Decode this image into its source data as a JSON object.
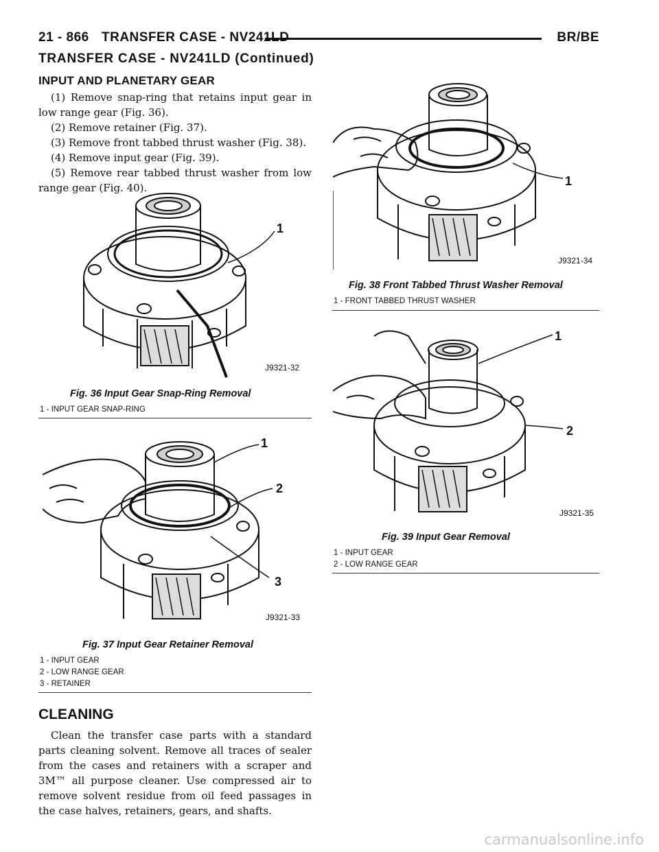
{
  "header": {
    "page_number": "21 - 866",
    "section_title": "TRANSFER CASE - NV241LD",
    "model_code": "BR/BE"
  },
  "continued_title": "TRANSFER CASE - NV241LD (Continued)",
  "input_section": {
    "heading": "INPUT AND PLANETARY GEAR",
    "steps": [
      "(1) Remove snap-ring that retains input gear in low range gear (Fig. 36).",
      "(2) Remove retainer (Fig. 37).",
      "(3) Remove front tabbed thrust washer (Fig. 38).",
      "(4) Remove input gear (Fig. 39).",
      "(5) Remove rear tabbed thrust washer from low range gear (Fig. 40)."
    ]
  },
  "figures": {
    "fig36": {
      "image_code": "J9321-32",
      "caption": "Fig. 36 Input Gear Snap-Ring Removal",
      "callouts": [
        "1"
      ],
      "legend": [
        "1 - INPUT GEAR SNAP-RING"
      ]
    },
    "fig37": {
      "image_code": "J9321-33",
      "caption": "Fig. 37 Input Gear Retainer Removal",
      "callouts": [
        "1",
        "2",
        "3"
      ],
      "legend": [
        "1 - INPUT GEAR",
        "2 - LOW RANGE GEAR",
        "3 - RETAINER"
      ]
    },
    "fig38": {
      "image_code": "J9321-34",
      "caption": "Fig. 38 Front Tabbed Thrust Washer Removal",
      "callouts": [
        "1"
      ],
      "legend": [
        "1 - FRONT TABBED THRUST WASHER"
      ]
    },
    "fig39": {
      "image_code": "J9321-35",
      "caption": "Fig. 39 Input Gear Removal",
      "callouts": [
        "1",
        "2"
      ],
      "legend": [
        "1 - INPUT GEAR",
        "2 - LOW RANGE GEAR"
      ]
    }
  },
  "cleaning": {
    "heading": "CLEANING",
    "text": "Clean the transfer case parts with a standard parts cleaning solvent. Remove all traces of sealer from the cases and retainers with a scraper and 3M™ all purpose cleaner. Use compressed air to remove solvent residue from oil feed passages in the case halves, retainers, gears, and shafts."
  },
  "watermark": "carmanualsonline.info"
}
